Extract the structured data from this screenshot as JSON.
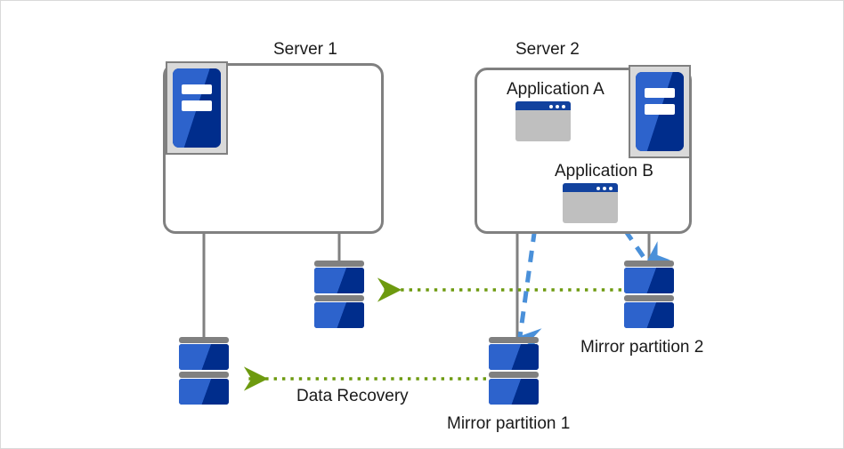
{
  "diagram": {
    "title": "Mirror disk data recovery diagram",
    "colors": {
      "server_border": "#808080",
      "server_icon_bg": "#d9d9d9",
      "disk_blue_light": "#2d63cc",
      "disk_blue_dark": "#002d8c",
      "disk_cap_gray": "#808080",
      "app_titlebar": "#12429e",
      "app_body": "#bfbfbf",
      "mirror_arrow": "#4a90d9",
      "recovery_arrow": "#6d9a0f",
      "connector_line": "#808080",
      "text": "#1a1a1a",
      "background": "#ffffff",
      "frame_border": "#d9d9d9"
    },
    "servers": [
      {
        "id": "server1",
        "label": "Server 1",
        "icon": "server-rack-icon",
        "icon_position": "top-left",
        "applications": []
      },
      {
        "id": "server2",
        "label": "Server 2",
        "icon": "server-rack-icon",
        "icon_position": "top-right",
        "applications": [
          {
            "id": "app-a",
            "label": "Application A",
            "icon": "app-window-icon"
          },
          {
            "id": "app-b",
            "label": "Application B",
            "icon": "app-window-icon"
          }
        ]
      }
    ],
    "disks": [
      {
        "id": "disk-server1-left",
        "label": "",
        "owner": "server1"
      },
      {
        "id": "disk-server1-right",
        "label": "",
        "owner": "server1"
      },
      {
        "id": "disk-mirror-1",
        "label": "Mirror partition 1",
        "owner": "server2"
      },
      {
        "id": "disk-mirror-2",
        "label": "Mirror partition 2",
        "owner": "server2"
      }
    ],
    "arrows": [
      {
        "id": "mirror-copy-upper",
        "style": "dotted",
        "color": "#6d9a0f",
        "label": "",
        "from": "disk-mirror-2",
        "to": "disk-server1-right"
      },
      {
        "id": "data-recovery",
        "style": "dotted",
        "color": "#6d9a0f",
        "label": "Data Recovery",
        "from": "disk-mirror-1",
        "to": "disk-server1-left"
      },
      {
        "id": "app-a-write",
        "style": "dashed",
        "color": "#4a90d9",
        "label": "",
        "from": "app-a",
        "to": "disk-mirror-1"
      },
      {
        "id": "app-b-write",
        "style": "dashed",
        "color": "#4a90d9",
        "label": "",
        "from": "app-b",
        "to": "disk-mirror-2"
      }
    ],
    "labels": {
      "server1": "Server 1",
      "server2": "Server 2",
      "app_a": "Application A",
      "app_b": "Application B",
      "mirror_partition_1": "Mirror partition 1",
      "mirror_partition_2": "Mirror partition 2",
      "data_recovery": "Data Recovery"
    }
  }
}
